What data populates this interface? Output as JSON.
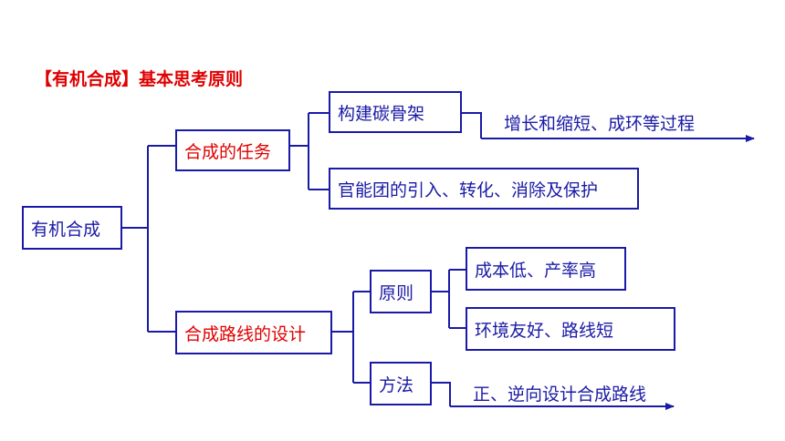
{
  "title": "【有机合成】基本思考原则",
  "root": "有机合成",
  "branch1": {
    "label": "合成的任务",
    "child1": "构建碳骨架",
    "child1_detail": "增长和缩短、成环等过程",
    "child2": "官能团的引入、转化、消除及保护"
  },
  "branch2": {
    "label": "合成路线的设计",
    "principle": {
      "label": "原则",
      "item1": "成本低、产率高",
      "item2": "环境友好、路线短"
    },
    "method": {
      "label": "方法",
      "detail": "正、逆向设计合成路线"
    }
  },
  "colors": {
    "line": "#1a1aa6",
    "accent": "#e00000"
  }
}
